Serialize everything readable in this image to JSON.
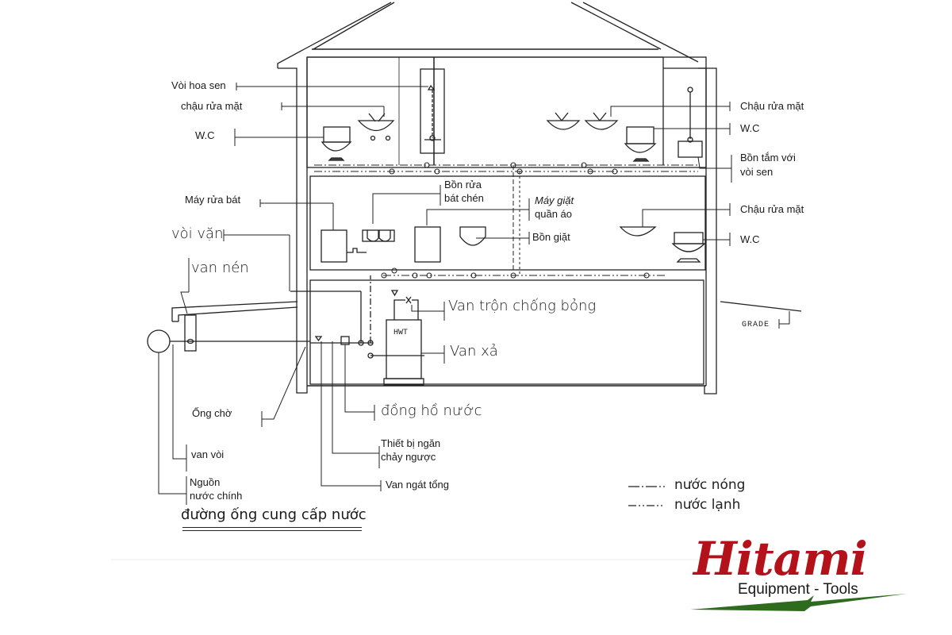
{
  "diagram": {
    "title": "đường ống cung cấp nước",
    "floors": {
      "upper": {
        "left_labels": [
          {
            "id": "voi-hoa-sen",
            "text": "Vòi hoa sen"
          },
          {
            "id": "chau-rua-mat-left",
            "text": "chậu rửa mặt"
          },
          {
            "id": "wc-left",
            "text": "W.C"
          }
        ],
        "right_labels": [
          {
            "id": "chau-rua-mat-right",
            "text": "Chậu rửa mặt"
          },
          {
            "id": "wc-right",
            "text": "W.C"
          },
          {
            "id": "bon-tam",
            "line1": "Bồn tắm với",
            "line2": "vòi sen"
          }
        ]
      },
      "middle": {
        "left_labels": [
          {
            "id": "may-rua-bat",
            "text": "Máy rửa bát"
          },
          {
            "id": "voi-van",
            "text": "vòi vặn"
          },
          {
            "id": "van-nen",
            "text": "van nén"
          }
        ],
        "center_labels": [
          {
            "id": "bon-rua-bat-chen",
            "line1": "Bồn rửa",
            "line2": "bát chén"
          },
          {
            "id": "may-giat",
            "line1": "Máy giặt",
            "line2": "quần áo"
          },
          {
            "id": "bon-giat",
            "text": "Bồn giặt"
          }
        ],
        "right_labels": [
          {
            "id": "chau-rua-mat-mid",
            "text": "Chậu rửa mặt"
          },
          {
            "id": "wc-mid",
            "text": "W.C"
          }
        ]
      },
      "basement": {
        "heater_tag": "HWT",
        "labels": [
          {
            "id": "van-tron",
            "text": "Van trộn chống bỏng"
          },
          {
            "id": "van-xa",
            "text": "Van xả"
          },
          {
            "id": "dong-ho-nuoc",
            "text": "đồng hồ nước"
          },
          {
            "id": "thiet-bi-ngan",
            "line1": "Thiết bị ngăn",
            "line2": "chảy ngược"
          },
          {
            "id": "van-ngat-tong",
            "text": "Van ngát tổng"
          }
        ],
        "grade_label": "GRADE"
      },
      "exterior": {
        "labels": [
          {
            "id": "ong-cho",
            "text": "Ống chờ"
          },
          {
            "id": "van-voi",
            "text": "van vòi"
          },
          {
            "id": "nguon-nuoc",
            "line1": "Nguồn",
            "line2": "nước chính"
          }
        ]
      }
    },
    "legend": [
      {
        "id": "hot",
        "text": "nước nóng",
        "pattern": "dash-dot"
      },
      {
        "id": "cold",
        "text": "nước lạnh",
        "pattern": "dash-dot-dot"
      }
    ]
  },
  "logo": {
    "brand": "Hitami",
    "tagline": "Equipment - Tools",
    "brand_color": "#b3121a",
    "swoosh_color": "#2e6b1f"
  }
}
